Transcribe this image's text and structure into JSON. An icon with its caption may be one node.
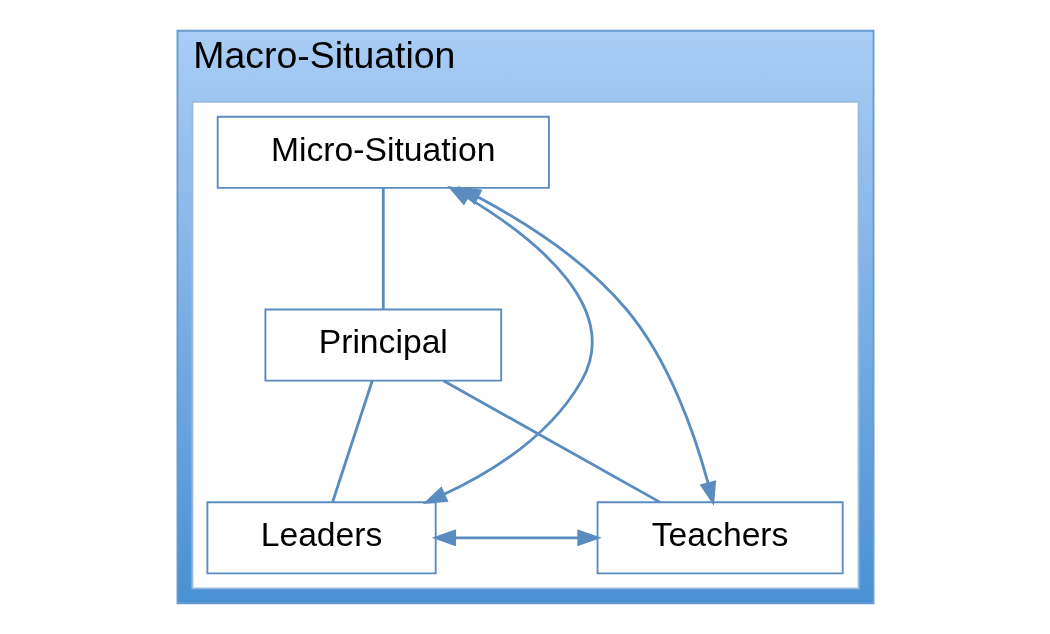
{
  "diagram": {
    "nodes": [
      {
        "text": [
          "Macro-Situation"
        ]
      },
      {
        "text": [],
        "shape": "box",
        "in": 0
      },
      {
        "text": [
          "Micro-Situation"
        ],
        "in": 1
      },
      {
        "text": [
          "Principal"
        ],
        "in": 1
      },
      {
        "text": [
          "Leaders"
        ],
        "in": 1
      },
      {
        "text": [
          "Teachers"
        ],
        "in": 1
      }
    ],
    "edges": [
      {
        "from": 2,
        "to": 3,
        "arrow": "none"
      },
      {
        "from": 3,
        "to": 4,
        "arrow": "none"
      },
      {
        "from": 3,
        "to": 5,
        "arrow": "none"
      },
      {
        "from": 4,
        "to": 2,
        "arrow": "both"
      },
      {
        "from": 5,
        "to": 2,
        "arrow": "both"
      },
      {
        "from": 4,
        "to": 5,
        "arrow": "both"
      }
    ]
  }
}
